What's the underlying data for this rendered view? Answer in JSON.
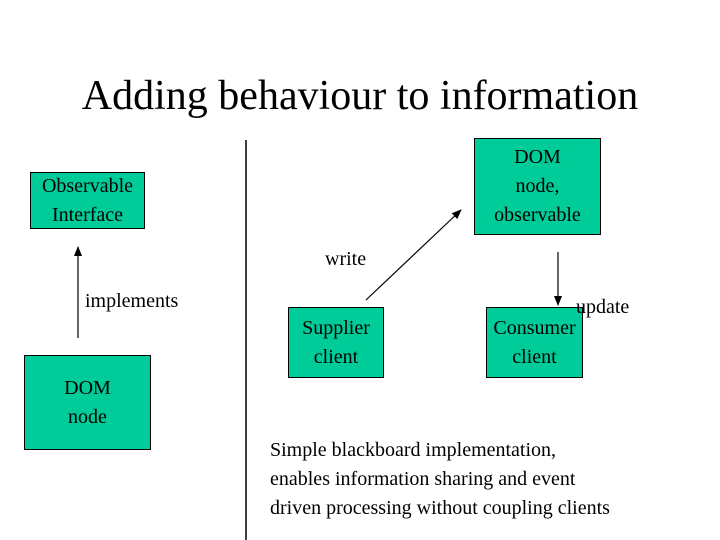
{
  "slide": {
    "title": "Adding behaviour to information",
    "colors": {
      "box_fill": "#00cc99",
      "line": "#000000",
      "background": "#ffffff"
    }
  },
  "nodes": {
    "observable_interface": "Observable\nInterface",
    "dom_node_left": "DOM\nnode",
    "dom_node_observable": "DOM\nnode,\nobservable",
    "supplier_client": "Supplier\nclient",
    "consumer_client": "Consumer\nclient"
  },
  "edges": {
    "implements": "implements",
    "write": "write",
    "update": "update"
  },
  "caption": "Simple blackboard implementation,\nenables information sharing and event\ndriven processing without coupling clients"
}
